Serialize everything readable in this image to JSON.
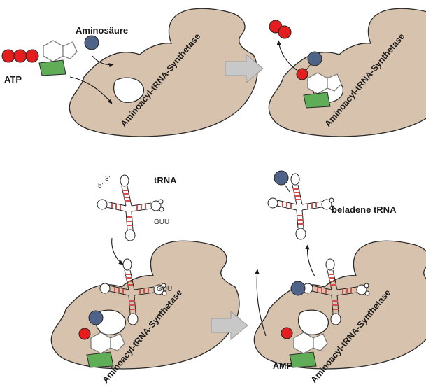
{
  "labels": {
    "aminoacid": "Aminosäure",
    "atp": "ATP",
    "trna": "tRNA",
    "loaded_trna": "beladene tRNA",
    "amp": "AMP",
    "enzyme": "Aminoacyl-tRNA-Synthetase",
    "anticodon": "GUU",
    "end_5": "5'",
    "end_3": "3'"
  },
  "colors": {
    "enzyme": "#d7c3ad",
    "amino_acid": "#4f6389",
    "phosphate": "#e41e1e",
    "ribose": "#5fad56",
    "base_pair": "#d94a4a",
    "arrow": "#c8c8c8"
  }
}
